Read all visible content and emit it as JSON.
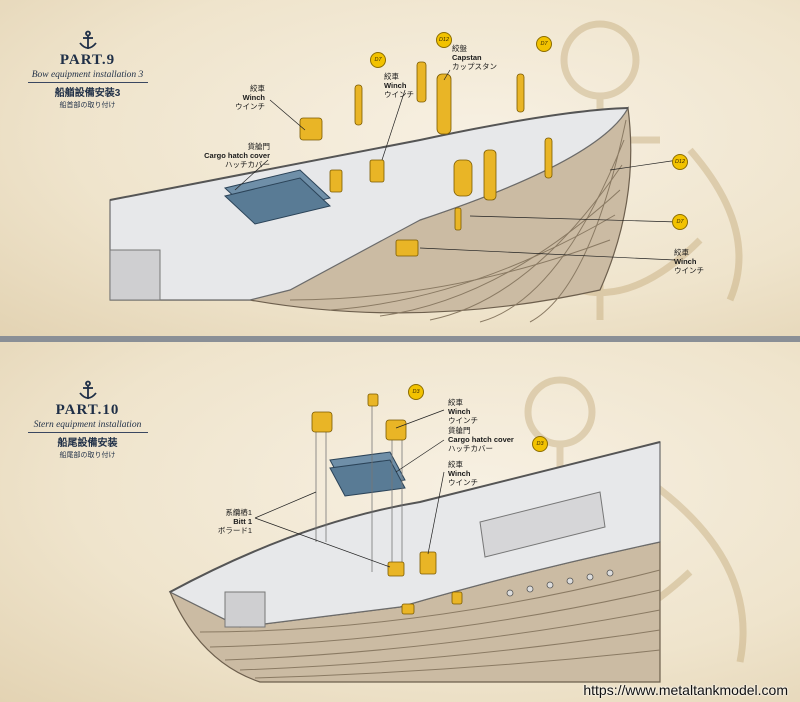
{
  "part9": {
    "title": "PART.9",
    "subtitle": "Bow equipment installation 3",
    "jp_title": "船艏設備安装3",
    "jp_sub": "船首部の取り付け",
    "labels": {
      "winch_left": {
        "cn": "絞車",
        "en": "Winch",
        "jp": "ウインチ"
      },
      "winch_mid": {
        "cn": "絞車",
        "en": "Winch",
        "jp": "ウインチ"
      },
      "capstan": {
        "cn": "絞盤",
        "en": "Capstan",
        "jp": "カップスタン"
      },
      "cargo_hatch": {
        "cn": "貨艙門",
        "en": "Cargo hatch cover",
        "jp": "ハッチカバー"
      },
      "winch_right": {
        "cn": "絞車",
        "en": "Winch",
        "jp": "ウインチ"
      }
    },
    "callouts": [
      "D7",
      "D12",
      "D7",
      "D12",
      "D7"
    ]
  },
  "part10": {
    "title": "PART.10",
    "subtitle": "Stern equipment installation",
    "jp_title": "船尾設備安装",
    "jp_sub": "船尾部の取り付け",
    "labels": {
      "winch_top": {
        "cn": "絞車",
        "en": "Winch",
        "jp": "ウインチ"
      },
      "cargo_hatch": {
        "cn": "貨艙門",
        "en": "Cargo hatch cover",
        "jp": "ハッチカバー"
      },
      "winch_mid": {
        "cn": "絞車",
        "en": "Winch",
        "jp": "ウインチ"
      },
      "bitt": {
        "cn": "系纜樁1",
        "en": "Bitt 1",
        "jp": "ボラード1"
      }
    },
    "callouts": [
      "D3",
      "D3"
    ]
  },
  "footer": {
    "url": "https://www.metaltankmodel.com"
  },
  "colors": {
    "brass": "#e9b526",
    "hull": "#c9b9a2",
    "deck": "#e9e9ea",
    "hatch": "#6f8fa8",
    "ink": "#1f2f47"
  }
}
